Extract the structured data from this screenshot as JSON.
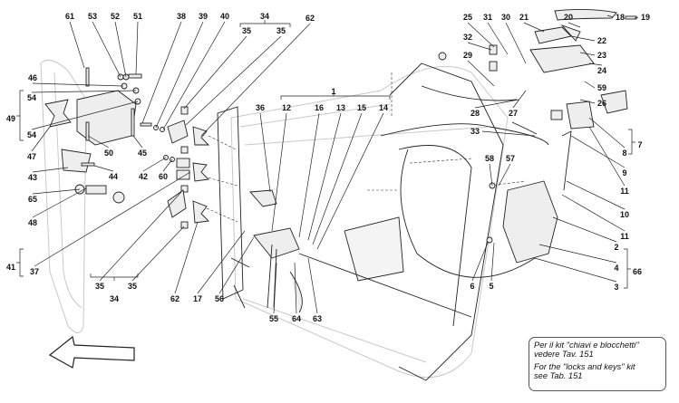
{
  "diagram": {
    "title": "Door parts exploded view",
    "callouts": [
      "61",
      "53",
      "52",
      "51",
      "38",
      "39",
      "40",
      "34",
      "35",
      "35",
      "62",
      "46",
      "54",
      "49",
      "54",
      "47",
      "50",
      "45",
      "43",
      "44",
      "42",
      "60",
      "65",
      "48",
      "41",
      "37",
      "35",
      "35",
      "34",
      "62",
      "17",
      "56",
      "36",
      "12",
      "16",
      "13",
      "15",
      "14",
      "1",
      "55",
      "64",
      "63",
      "25",
      "31",
      "30",
      "21",
      "20",
      "18",
      "19",
      "22",
      "32",
      "23",
      "29",
      "24",
      "59",
      "26",
      "28",
      "27",
      "33",
      "58",
      "57",
      "7",
      "8",
      "9",
      "11",
      "10",
      "11",
      "2",
      "4",
      "66",
      "3",
      "6",
      "5"
    ]
  },
  "note": {
    "italian_line1": "Per il kit \"chiavi e blocchetti\"",
    "italian_line2": "vedere Tav. 151",
    "english_line1": "For the \"locks and keys\" kit",
    "english_line2": "see Tab. 151"
  },
  "direction_arrow": "arrow-up-left-icon"
}
